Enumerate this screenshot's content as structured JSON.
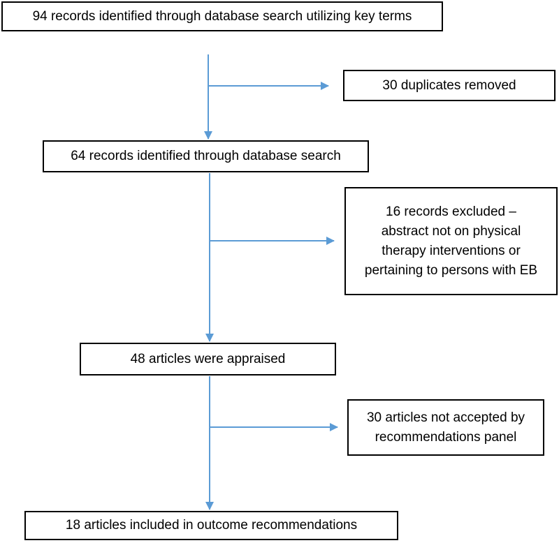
{
  "flow": {
    "identified": "94 records identified through database search utilizing key terms",
    "duplicates": "30 duplicates removed",
    "screened": "64 records identified through database search",
    "excluded": [
      "16 records excluded –",
      "abstract not on physical",
      "therapy interventions or",
      "pertaining to persons with EB"
    ],
    "appraised": "48 articles were appraised",
    "not_accepted": [
      "30 articles not accepted by",
      "recommendations panel"
    ],
    "included": "18 articles included in outcome recommendations"
  },
  "colors": {
    "arrow": "#5b9bd5",
    "border": "#000000"
  }
}
